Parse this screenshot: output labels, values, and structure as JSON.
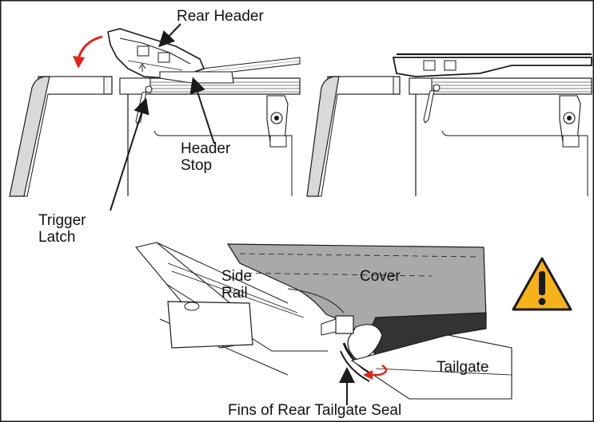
{
  "labels": {
    "rear_header": "Rear Header",
    "header_stop": "Header\nStop",
    "trigger_latch": "Trigger\nLatch",
    "side_rail": "Side\nRail",
    "cover": "Cover",
    "tailgate": "Tailgate",
    "fins_seal": "Fins of Rear Tailgate Seal"
  },
  "icons": {
    "warning": "warning-triangle-exclamation"
  },
  "colors": {
    "arrow_red": "#e0261b",
    "warning_yellow": "#f5b21b",
    "cover_gray": "#a9a9a9",
    "seal_dark": "#333333",
    "frame": "#1a1a1a"
  }
}
